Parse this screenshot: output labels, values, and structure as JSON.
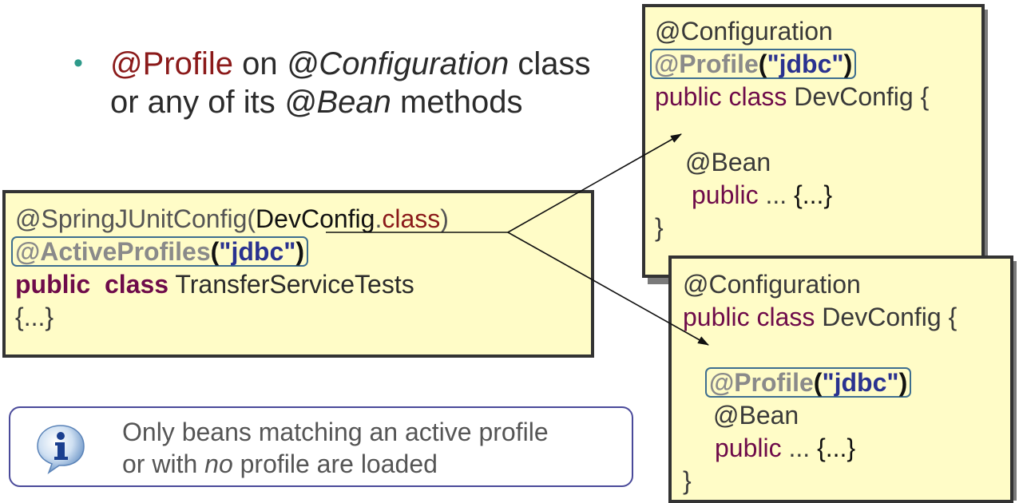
{
  "bullet": {
    "profile": "@Profile",
    "on": " on ",
    "configuration": "@Configuration",
    "class_text": " class",
    "line2_prefix": "or any of its ",
    "bean": "@Bean",
    "methods": " methods"
  },
  "test_box": {
    "l1_ann": "@SpringJUnitConfig(",
    "l1_cls": "DevConfig",
    "l1_dot": ".",
    "l1_kw": "class",
    "l1_close": ")",
    "l2_ann": "@ActiveProfiles",
    "l2_open": "(",
    "l2_str": "\"jdbc\"",
    "l2_close": ")",
    "l3_kw1": "public",
    "l3_kw2": "class",
    "l3_name": "TransferServiceTests",
    "l4": "{...}"
  },
  "config_top": {
    "l1": "@Configuration",
    "l2_ann": "@Profile",
    "l2_open": "(",
    "l2_str": "\"jdbc\"",
    "l2_close": ")",
    "l3_kw": "public class",
    "l3_name": "DevConfig {",
    "l5": "@Bean",
    "l6_kw": "public",
    "l6_dots": "...",
    "l6_body": "{...}",
    "l7": "}"
  },
  "config_bottom": {
    "l1": "@Configuration",
    "l2_kw": "public class",
    "l2_name": "DevConfig {",
    "l4_ann": "@Profile",
    "l4_open": "(",
    "l4_str": "\"jdbc\"",
    "l4_close": ")",
    "l5": "@Bean",
    "l6_kw": "public",
    "l6_dots": "...",
    "l6_body": "{...}",
    "l7": "}"
  },
  "info": {
    "icon": "info-icon",
    "line1": "Only beans matching an active profile",
    "line2_prefix": "or with ",
    "line2_no": "no",
    "line2_suffix": " profile are loaded"
  },
  "colors": {
    "code_bg": "#fffcc7",
    "keyword": "#6e0b4a",
    "string": "#2a3290",
    "profile_red": "#8b1a1a",
    "bullet_teal": "#2e9a8a",
    "highlight_border": "#3e6e8f"
  }
}
